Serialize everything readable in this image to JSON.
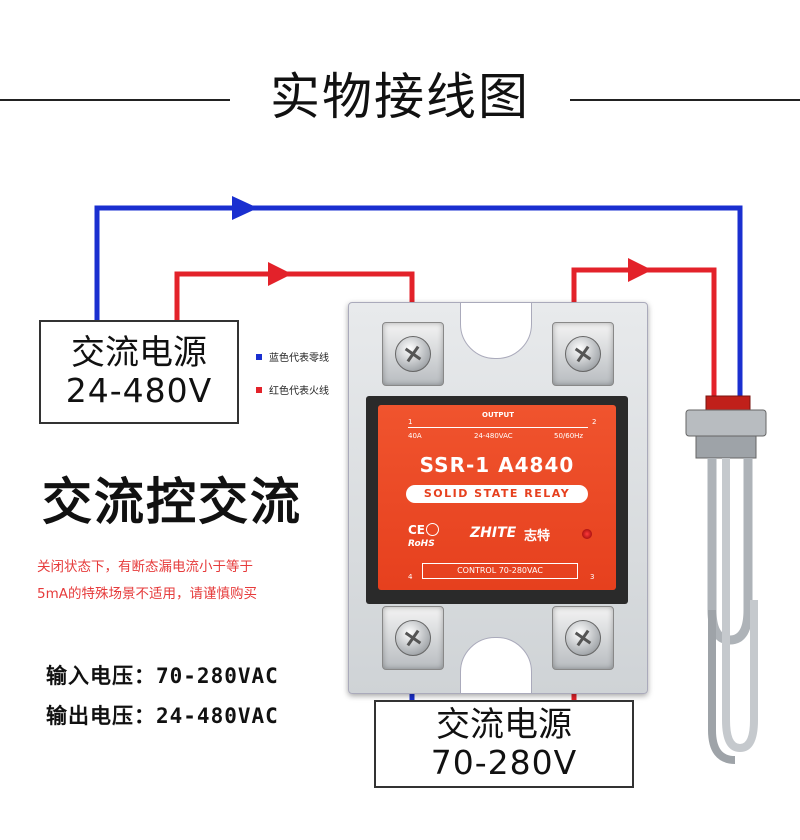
{
  "title": "实物接线图",
  "ac_source_in": {
    "line1": "交流电源",
    "line2": "24-480V"
  },
  "legend": [
    {
      "label": "蓝色代表零线",
      "color": "#1a2fd0"
    },
    {
      "label": "红色代表火线",
      "color": "#e3222a"
    }
  ],
  "headline": "交流控交流",
  "notice": {
    "line1": "关闭状态下，有断态漏电流小于等于",
    "line2": "5mA的特殊场景不适用，请谨慎购买"
  },
  "specs": {
    "input": "输入电压：70-280VAC",
    "output": "输出电压：24-480VAC"
  },
  "ac_source_ctrl": {
    "line1": "交流电源",
    "line2": "70-280V"
  },
  "relay": {
    "output_label": "OUTPUT",
    "term1": "1",
    "term2": "2",
    "current": "40A",
    "voltage": "24-480VAC",
    "freq": "50/60Hz",
    "model": "SSR-1 A4840",
    "banner": "SOLID STATE RELAY",
    "ce": "CE",
    "rohs": "RoHS",
    "brand": "ZHITE",
    "brand_cn": "志特",
    "control": "CONTROL 70-280VAC",
    "term3": "3",
    "term4": "4"
  },
  "colors": {
    "neutral": "#1a2fd0",
    "live": "#e3222a",
    "relay": "#e6401e"
  }
}
